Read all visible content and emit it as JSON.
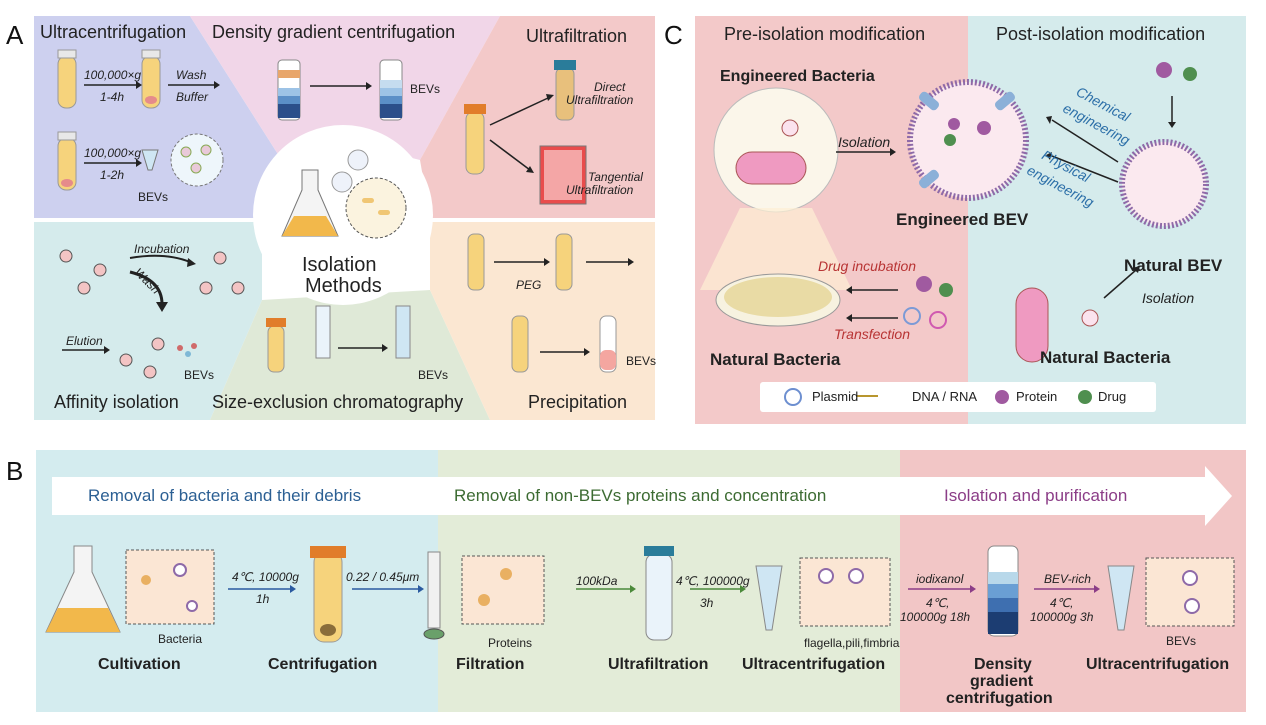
{
  "panel_labels": {
    "a": "A",
    "b": "B",
    "c": "C"
  },
  "panelA": {
    "ultracentrifugation": {
      "title": "Ultracentrifugation",
      "step1_speed": "100,000×g",
      "step1_time": "1-4h",
      "step1_wash": "Wash",
      "step1_buffer": "Buffer",
      "step2_speed": "100,000×g",
      "step2_time": "1-2h",
      "bevs": "BEVs"
    },
    "density": {
      "title": "Density gradient centrifugation",
      "bevs": "BEVs"
    },
    "ultrafiltration": {
      "title": "Ultrafiltration",
      "direct": "Direct",
      "direct2": "Ultrafiltration",
      "tangential": "Tangential",
      "tangential2": "Ultrafiltration"
    },
    "center": {
      "line1": "Isolation",
      "line2": "Methods"
    },
    "affinity": {
      "title": "Affinity isolation",
      "incubation": "Incubation",
      "wash": "Wash",
      "elution": "Elution",
      "bevs": "BEVs"
    },
    "sec": {
      "title": "Size-exclusion chromatography",
      "bevs": "BEVs"
    },
    "precipitation": {
      "title": "Precipitation",
      "peg": "PEG",
      "bevs": "BEVs"
    }
  },
  "panelC": {
    "pre": "Pre-isolation modification",
    "post": "Post-isolation modification",
    "engineered_bacteria": "Engineered Bacteria",
    "isolation1": "Isolation",
    "engineered_bev": "Engineered BEV",
    "chemical1": "Chemical",
    "chemical2": "engineering",
    "physical1": "Physical",
    "physical2": "engineering",
    "natural_bev": "Natural BEV",
    "drug_incubation": "Drug incubation",
    "transfection": "Transfection",
    "isolation2": "Isolation",
    "natural_bacteria_left": "Natural Bacteria",
    "natural_bacteria_right": "Natural Bacteria",
    "legend": {
      "plasmid": "Plasmid",
      "dna": "DNA / RNA",
      "protein": "Protein",
      "drug": "Drug"
    }
  },
  "panelB": {
    "header1": "Removal of bacteria and their debris",
    "header2": "Removal of non-BEVs proteins and concentration",
    "header3": "Isolation and purification",
    "bacteria": "Bacteria",
    "cond1_a": "4℃, 10000g",
    "cond1_b": "1h",
    "filter": "0.22 / 0.45μm",
    "proteins": "Proteins",
    "kda": "100kDa",
    "cond2_a": "4℃, 100000g",
    "cond2_b": "3h",
    "flagella": "flagella,pili,fimbria",
    "iodixanol": "iodixanol",
    "cond3_a": "4℃,",
    "cond3_b": "100000g 18h",
    "bevrich": "BEV-rich",
    "cond4_a": "4℃,",
    "cond4_b": "100000g 3h",
    "bevs": "BEVs",
    "steps": [
      "Cultivation",
      "Centrifugation",
      "Filtration",
      "Ultrafiltration",
      "Ultracentrifugation",
      "Density",
      "gradient",
      "centrifugation",
      "Ultracentrifugation"
    ]
  },
  "colors": {
    "purple_bg": "#cdd0ef",
    "pink_bg": "#f1d6e8",
    "red_bg": "#f3c9c9",
    "teal_bg": "#d5ebec",
    "green_bg": "#dfe9d7",
    "peach_bg": "#fbe7d2",
    "blue_band": "#d4ecef",
    "green_band": "#e3ecd8",
    "red_band": "#f2c6c6",
    "title_blue": "#2b5f93",
    "title_green": "#3c6b32",
    "title_purple": "#8b3d87",
    "accent_red": "#b83434",
    "accent_blue": "#2c6fa8"
  }
}
